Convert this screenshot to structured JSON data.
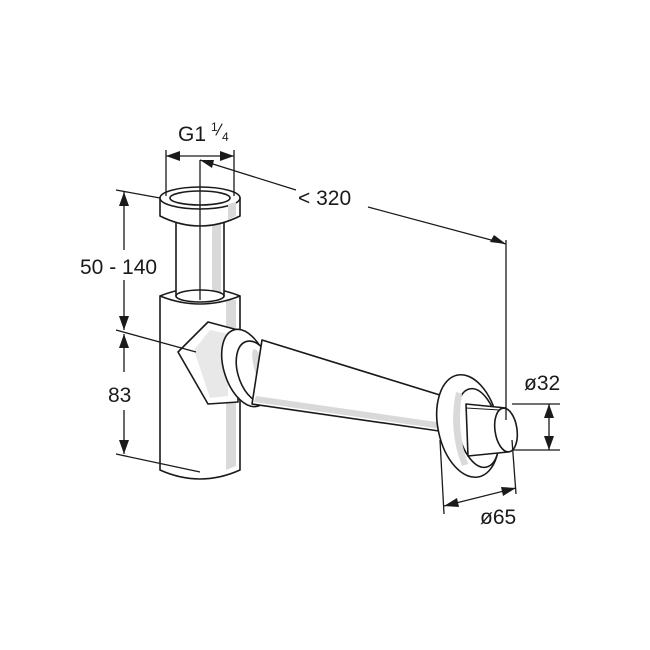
{
  "dimensions": {
    "thread": {
      "base": "G1",
      "frac_num": "1",
      "frac_den": "4"
    },
    "length": "< 320",
    "height_range": "50 - 140",
    "height_lower": "83",
    "outlet_diameter": "ø32",
    "rosette_diameter": "ø65"
  }
}
